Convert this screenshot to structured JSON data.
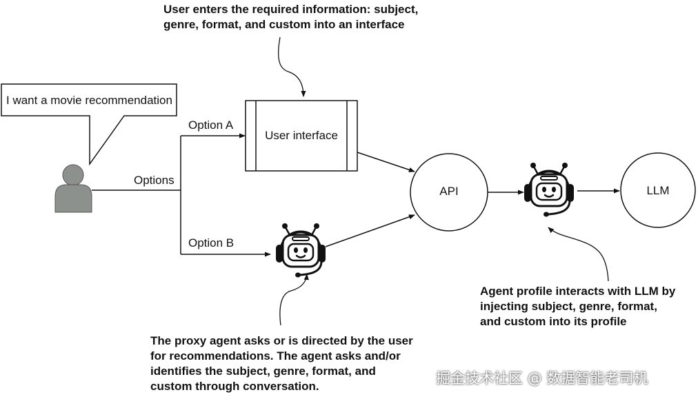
{
  "annotations": {
    "top": [
      "User enters the required information: subject,",
      "genre, format, and custom into an interface"
    ],
    "bottom_left": [
      "The proxy agent asks or is directed by the user",
      "for recommendations. The agent asks and/or",
      "identifies the subject, genre, format, and",
      "custom through conversation."
    ],
    "bottom_right": [
      "Agent profile interacts with LLM by",
      "injecting subject, genre, format,",
      "and custom into its profile"
    ]
  },
  "speech_bubble": "I want a movie recommendation",
  "labels": {
    "options": "Options",
    "option_a": "Option A",
    "option_b": "Option B",
    "user_interface": "User interface",
    "api": "API",
    "llm": "LLM"
  },
  "icons": {
    "user": "person-icon",
    "proxy_agent": "robot-headset-icon",
    "profile_agent": "robot-headset-icon"
  },
  "colors": {
    "person_fill": "#8c918e",
    "stroke": "#111111",
    "background": "#ffffff"
  },
  "watermark": "掘金技术社区 @ 数据智能老司机"
}
